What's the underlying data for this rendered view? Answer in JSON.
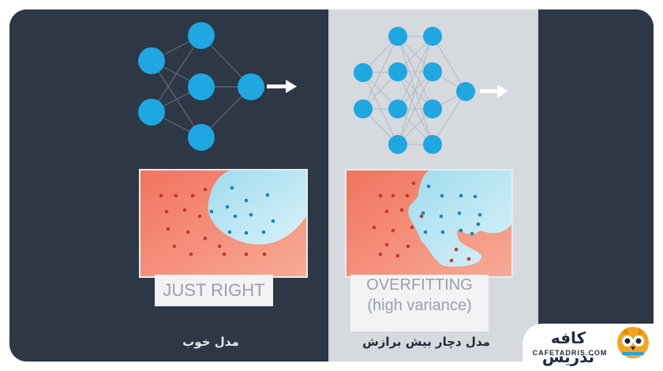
{
  "left_panel": {
    "label": "JUST RIGHT",
    "caption": "مدل خوب"
  },
  "right_panel": {
    "label_line1": "OVERFITTING",
    "label_line2": "(high variance)",
    "caption": "مدل دچار بیش برازش"
  },
  "logo": {
    "text": "کافه تدریس",
    "subtext": "CAFETADRIS.COM"
  },
  "colors": {
    "node": "#1ea7e1",
    "red_region": "#f06a55",
    "blue_region": "#a9e0ef",
    "dark_bg": "#2e3745",
    "light_bg": "#d6d9de"
  }
}
